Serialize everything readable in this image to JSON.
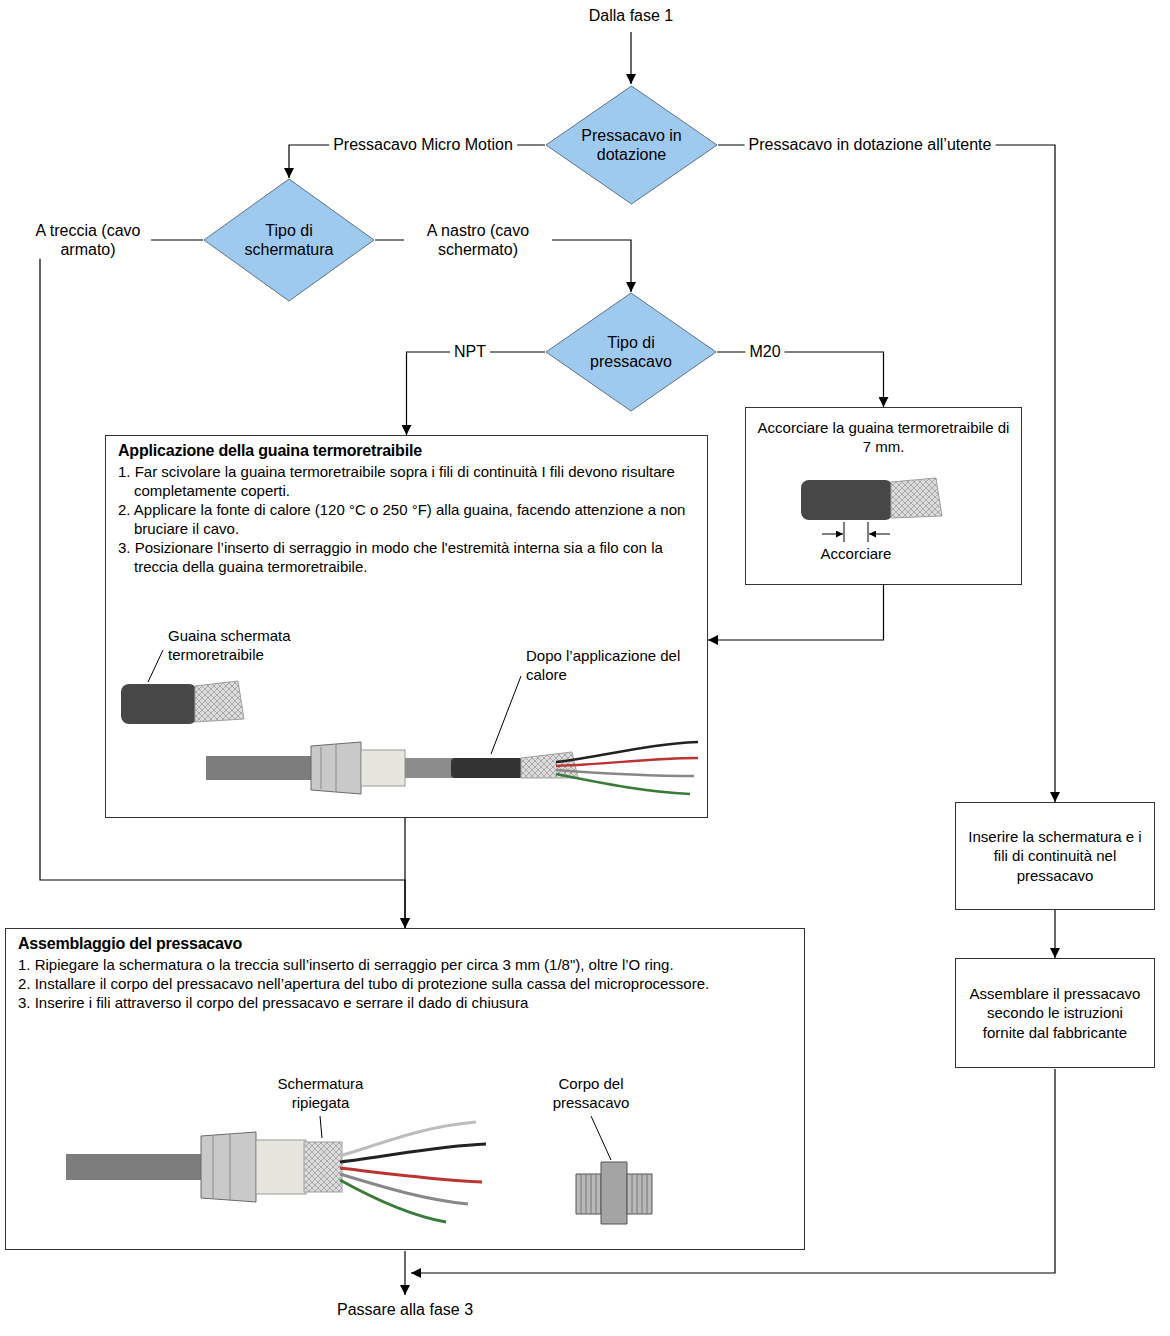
{
  "diagram": {
    "nodes": [
      {
        "text": [
          "Pressacavo in dotazione"
        ]
      },
      {
        "text": [
          "Tipo di schermatura"
        ]
      },
      {
        "text": [
          "Tipo di pressacavo"
        ]
      },
      {
        "text": [
          "Applicazione della guaina termoretraibile",
          "1. Far scivolare la guaina termoretraibile sopra i fili di continuità I fili devono risultare completamente coperti.",
          "2. Applicare la fonte di calore (120 °C o 250 °F) alla guaina, facendo attenzione a non bruciare il cavo.",
          "3. Posizionare l’inserto di serraggio in modo che l'estremità interna sia a filo con la treccia della guaina termoretraibile."
        ]
      },
      {
        "text": [
          "Accorciare la guaina termoretraibile di 7 mm."
        ]
      },
      {
        "text": [
          "Inserire la schermatura e i fili di continuità nel pressacavo"
        ]
      },
      {
        "text": [
          "Assemblaggio del pressacavo",
          "1. Ripiegare la schermatura o la treccia sull’inserto di serraggio per circa 3 mm (1/8\"), oltre l’O ring.",
          "2. Installare il corpo del pressacavo nell’apertura del tubo di protezione sulla cassa del microprocessore.",
          "3. Inserire i fili attraverso il corpo del pressacavo e serrare il dado di chiusura"
        ]
      },
      {
        "text": [
          "Assemblare il pressacavo secondo le istruzioni fornite dal fabbricante"
        ]
      }
    ],
    "edges": [
      {
        "from": 0,
        "to": 1,
        "label": "Pressacavo Micro Motion",
        "arrow": "to"
      },
      {
        "from": 0,
        "to": 5,
        "label": "Pressacavo in dotazione all’utente",
        "arrow": "to"
      },
      {
        "from": 1,
        "to": 6,
        "label": "A treccia (cavo armato)",
        "arrow": "to"
      },
      {
        "from": 1,
        "to": 2,
        "label": "A nastro (cavo schermato)",
        "arrow": "to"
      },
      {
        "from": 2,
        "to": 3,
        "label": "NPT",
        "arrow": "to"
      },
      {
        "from": 2,
        "to": 4,
        "label": "M20",
        "arrow": "to"
      },
      {
        "from": 4,
        "to": 3,
        "arrow": "to"
      },
      {
        "from": 3,
        "to": 6,
        "arrow": "to"
      },
      {
        "from": 5,
        "to": 7,
        "arrow": "to"
      }
    ],
    "labels": [
      "Dalla fase 1",
      "Guaina schermata termoretraibile",
      "Dopo l’applicazione del calore",
      "Accorciare",
      "Schermatura ripiegata",
      "Corpo del pressacavo",
      "Passare alla fase 3"
    ]
  }
}
